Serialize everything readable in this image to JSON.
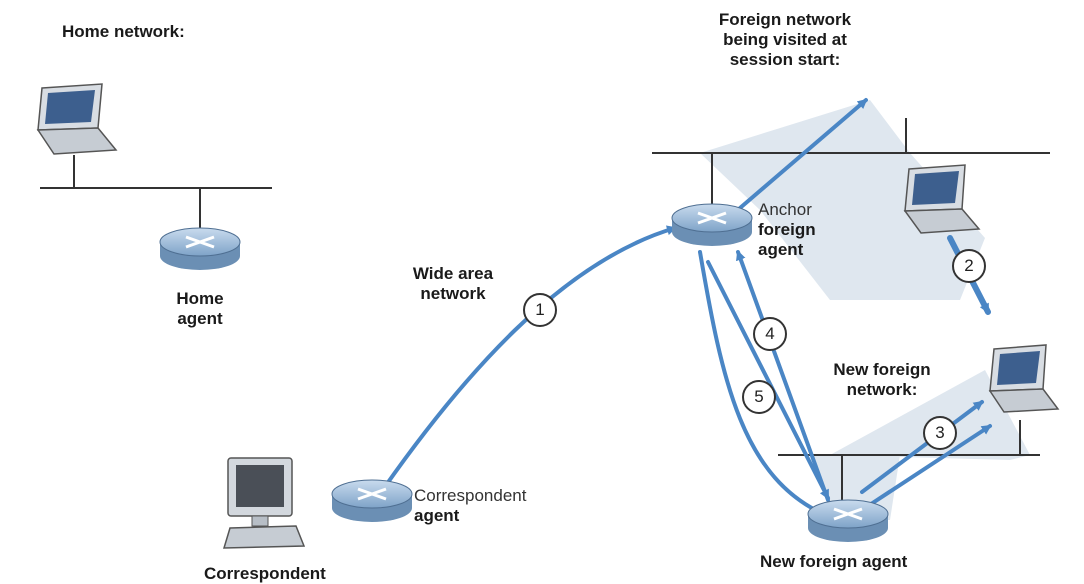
{
  "labels": {
    "home_network": "Home network:",
    "foreign_network_l1": "Foreign network",
    "foreign_network_l2": "being visited at",
    "foreign_network_l3": "session start:",
    "home_agent_l1": "Home",
    "home_agent_l2": "agent",
    "wide_area_l1": "Wide area",
    "wide_area_l2": "network",
    "anchor_l1": "Anchor",
    "anchor_l2": "foreign",
    "anchor_l3": "agent",
    "new_foreign_network_l1": "New foreign",
    "new_foreign_network_l2": "network:",
    "correspondent_agent_l1": "Correspondent",
    "correspondent_agent_l2": "agent",
    "new_foreign_agent": "New foreign agent",
    "correspondent": "Correspondent"
  },
  "steps": [
    "1",
    "2",
    "3",
    "4",
    "5"
  ],
  "colors": {
    "arrow": "#4a86c5",
    "router_fill": "#a9c3de",
    "router_dark": "#6b8fb4",
    "shade": "#d6e0ea",
    "wire": "#333333"
  },
  "icons": [
    "laptop-icon",
    "router-icon",
    "desktop-computer-icon"
  ]
}
